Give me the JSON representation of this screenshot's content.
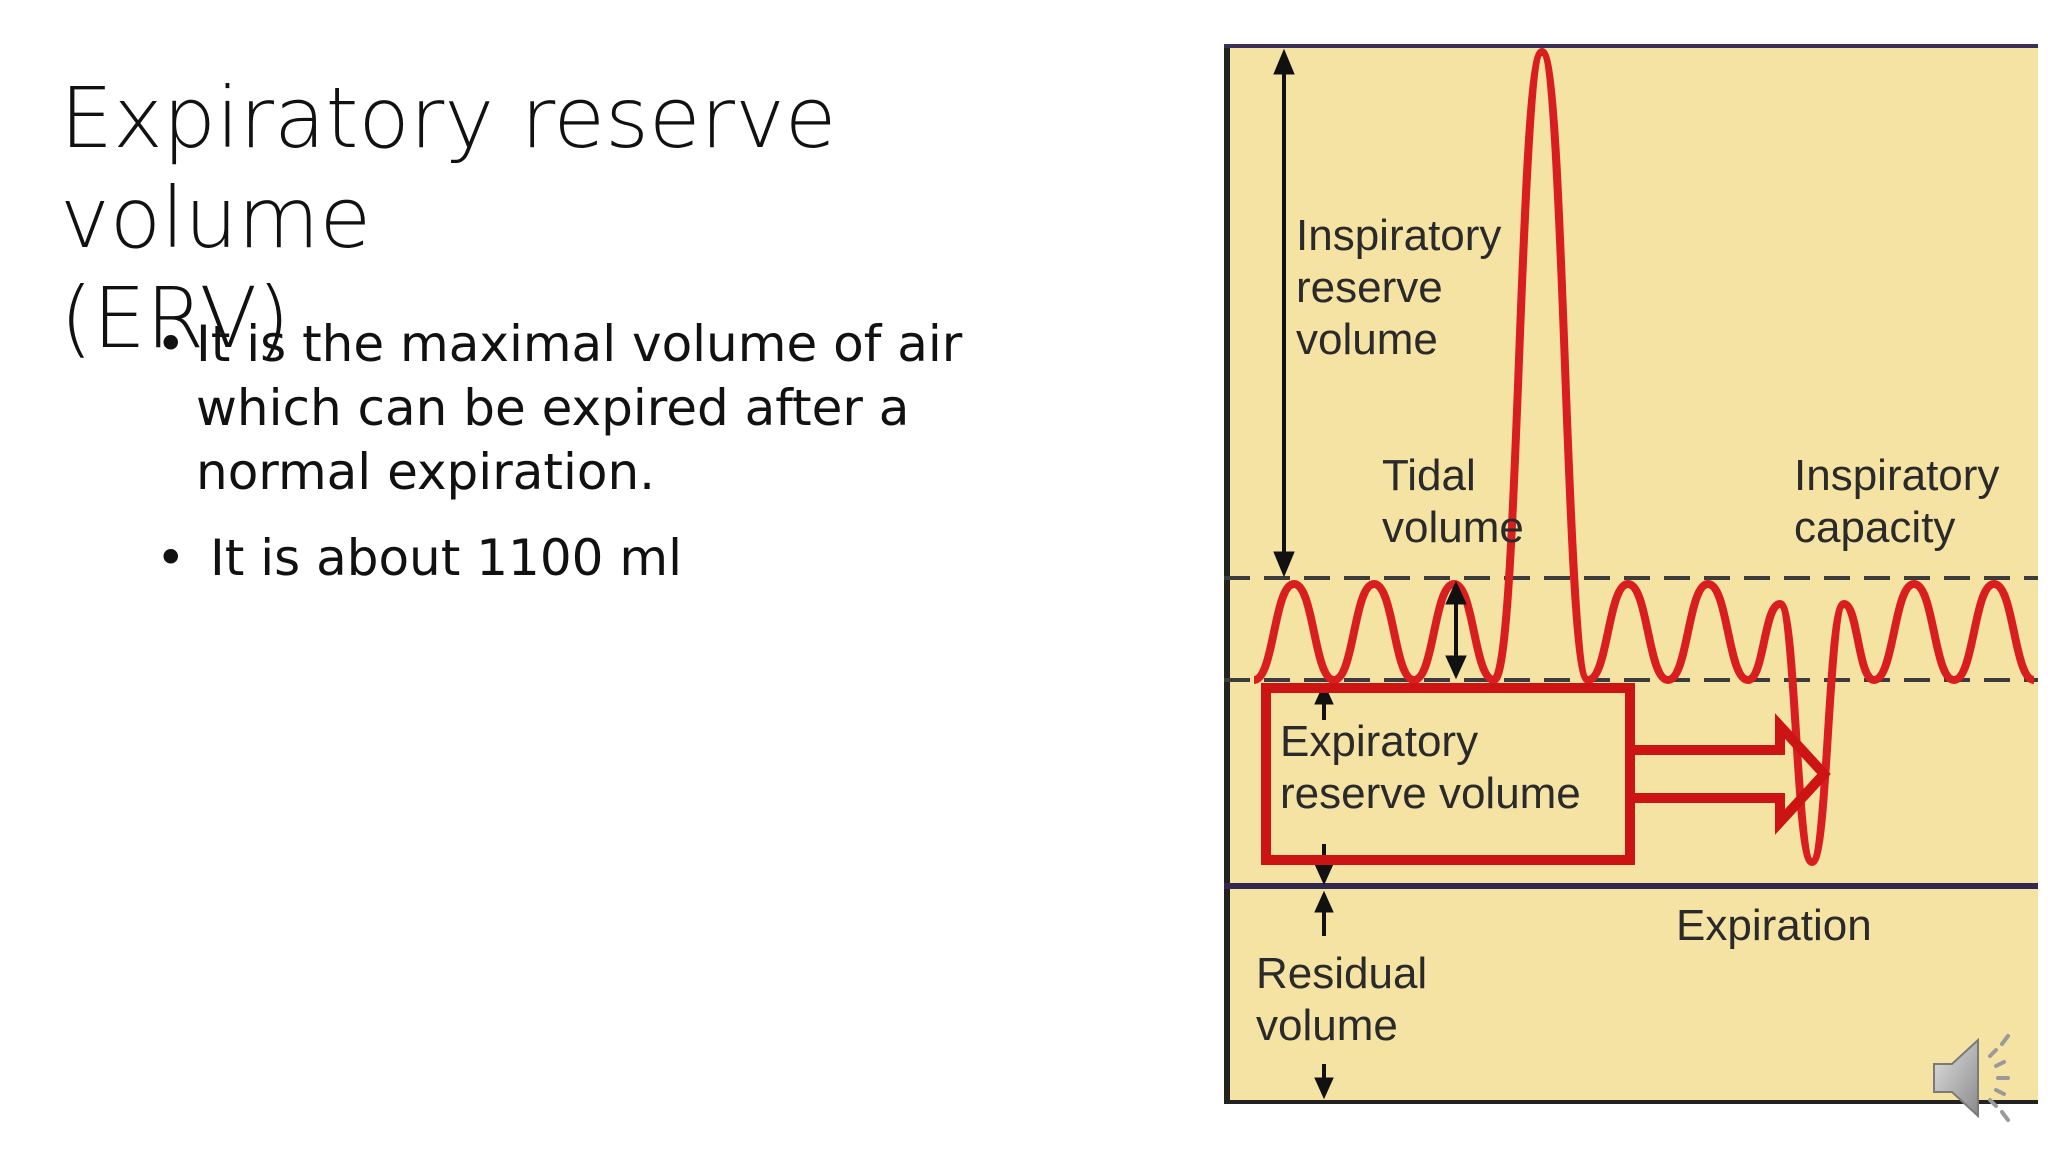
{
  "slide": {
    "title_line1": "Expiratory reserve volume",
    "title_line2": "(ERV)",
    "bullets": [
      "It is the maximal volume of air which can be expired after a normal expiration.",
      "It is about 1100 ml"
    ]
  },
  "diagram": {
    "labels": {
      "irv": [
        "Inspiratory",
        "reserve",
        "volume"
      ],
      "tidal": [
        "Tidal",
        "volume"
      ],
      "ic": [
        "Inspiratory",
        "capacity"
      ],
      "erv": [
        "Expiratory",
        "reserve volume"
      ],
      "expiration": "Expiration",
      "rv": [
        "Residual",
        "volume"
      ]
    },
    "colors": {
      "background": "#f5e3a4",
      "trace": "#d81e1e",
      "highlight": "#cc1414",
      "dashed": "#3c3c3c",
      "baseline": "#33284f"
    }
  },
  "icons": {
    "audio": "speaker-icon"
  }
}
